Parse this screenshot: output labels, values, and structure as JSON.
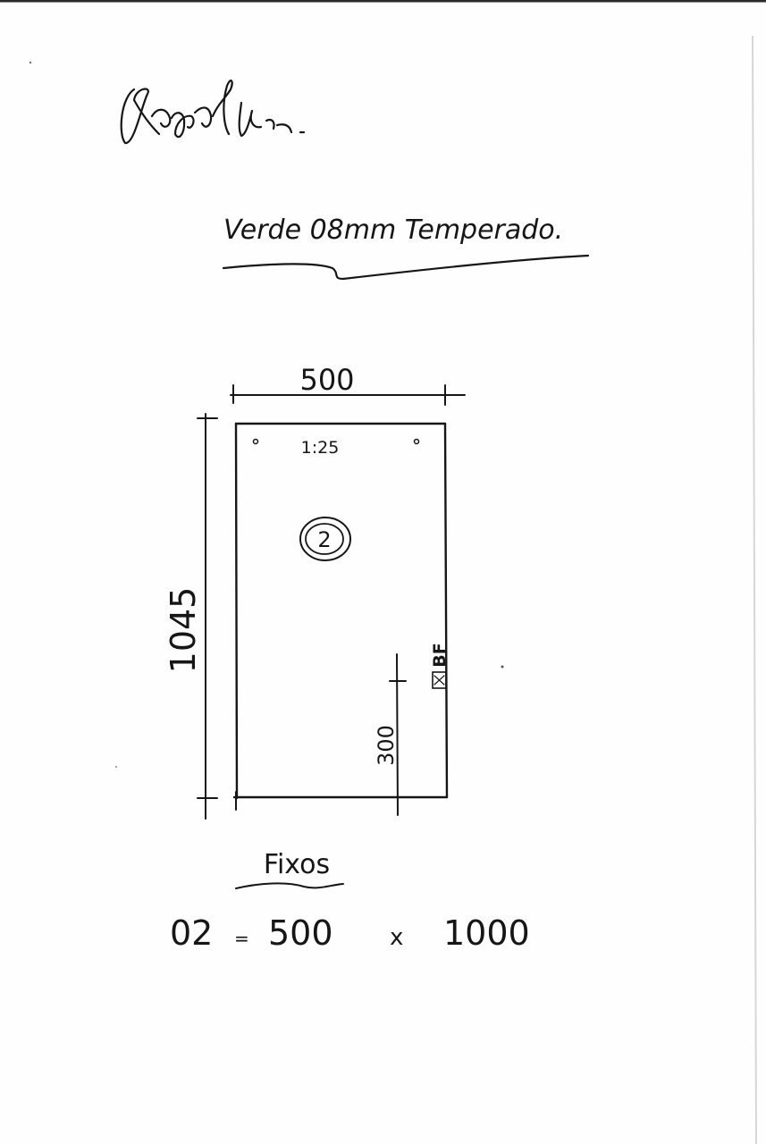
{
  "signature": "Rafael Br.",
  "title": "Verde 08mm Temperado.",
  "dimensions": {
    "width": "500",
    "height": "1045",
    "hole_label": "1:25",
    "piece_number": "2",
    "latch_offset": "300",
    "latch_label": "BF"
  },
  "footer": {
    "type_label": "Fixos",
    "quantity": "02",
    "separator": "=",
    "width": "500",
    "times": "x",
    "height": "1000"
  }
}
